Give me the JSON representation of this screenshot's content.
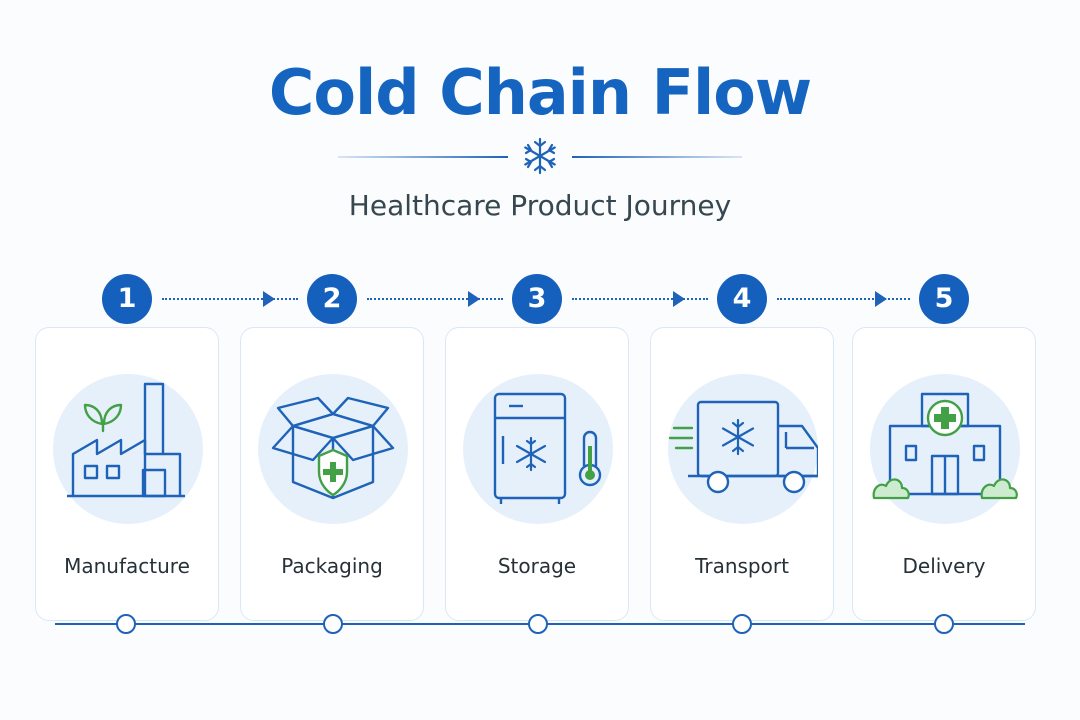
{
  "header": {
    "title": "Cold Chain Flow",
    "subtitle": "Healthcare Product Journey",
    "icon": "snowflake-icon"
  },
  "colors": {
    "primary": "#1560bd",
    "accent_green": "#43a047",
    "card_circle": "#e5f0fb",
    "text": "#263238"
  },
  "steps": [
    {
      "number": "1",
      "label": "Manufacture",
      "icon": "factory-icon"
    },
    {
      "number": "2",
      "label": "Packaging",
      "icon": "package-icon"
    },
    {
      "number": "3",
      "label": "Storage",
      "icon": "freezer-icon"
    },
    {
      "number": "4",
      "label": "Transport",
      "icon": "refrigerated-truck-icon"
    },
    {
      "number": "5",
      "label": "Delivery",
      "icon": "hospital-icon"
    }
  ]
}
